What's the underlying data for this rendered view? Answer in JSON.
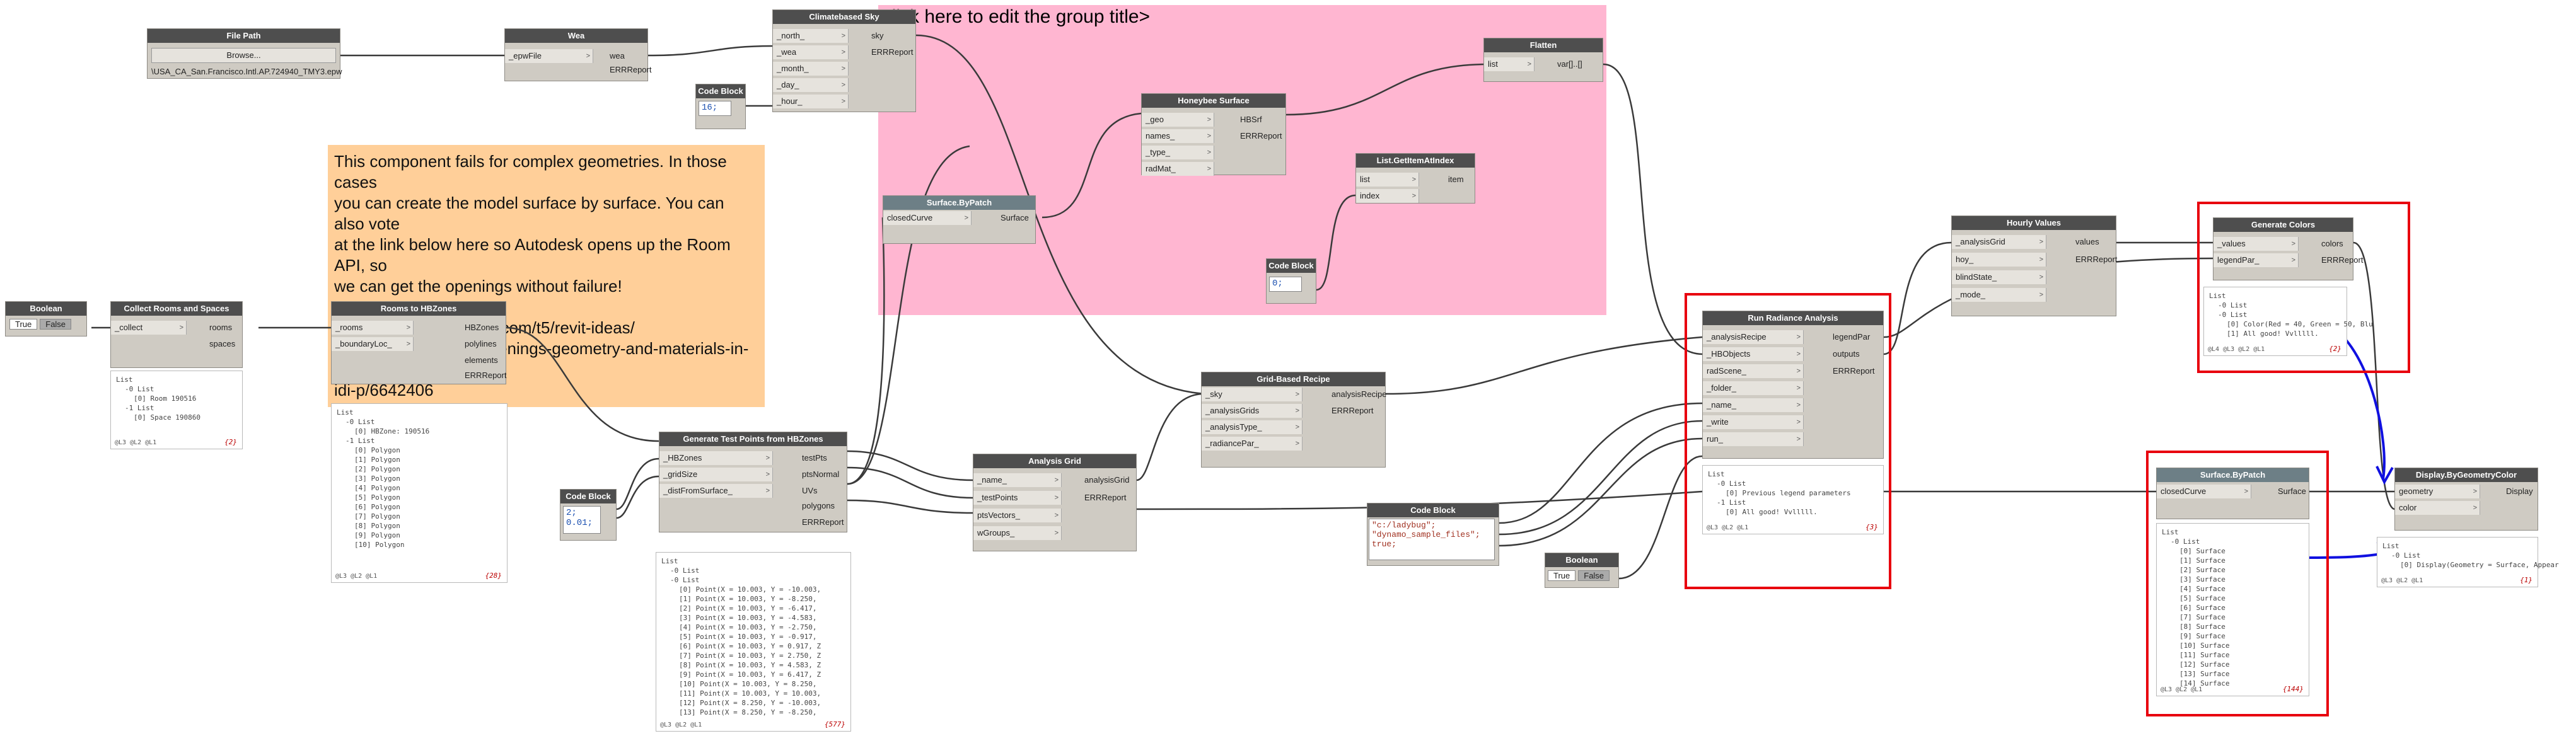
{
  "group": {
    "title": "Click here to edit the group title>"
  },
  "note": {
    "text": "This component fails for complex geometries. In those cases\nyou can create the model surface by surface. You can also vote\nat the link below here so Autodesk opens up the Room API, so\nwe can get the openings without failure!\n\nhttp://forums.autodesk.com/t5/revit-ideas/\napi-access-to-room-openings-geometry-and-materials-in-revit/\nidi-p/6642406"
  },
  "nodes": {
    "file_path": {
      "title": "File Path",
      "button": "Browse...",
      "value": "\\USA_CA_San.Francisco.Intl.AP.724940_TMY3.epw"
    },
    "wea": {
      "title": "Wea",
      "inputs": [
        "_epwFile"
      ],
      "outputs": [
        "wea",
        "ERRReport"
      ]
    },
    "climate_sky": {
      "title": "Climatebased Sky",
      "inputs": [
        "_north_",
        "_wea",
        "_month_",
        "_day_",
        "_hour_"
      ],
      "outputs": [
        "sky",
        "ERRReport"
      ]
    },
    "code_block_1": {
      "title": "Code Block",
      "code": "16;"
    },
    "flatten": {
      "title": "Flatten",
      "inputs": [
        "list"
      ],
      "outputs": [
        "var[]..[]"
      ]
    },
    "hb_surface": {
      "title": "Honeybee Surface",
      "inputs": [
        "_geo",
        "names_",
        "_type_",
        "radMat_"
      ],
      "outputs": [
        "HBSrf",
        "ERRReport"
      ]
    },
    "get_item": {
      "title": "List.GetItemAtIndex",
      "inputs": [
        "list",
        "index"
      ],
      "outputs": [
        "item"
      ]
    },
    "code_block_2": {
      "title": "Code Block",
      "code": "0;"
    },
    "surface_bypatch_1": {
      "title": "Surface.ByPatch",
      "inputs": [
        "closedCurve"
      ],
      "outputs": [
        "Surface"
      ]
    },
    "boolean_1": {
      "title": "Boolean",
      "true_label": "True",
      "false_label": "False"
    },
    "collect_rooms": {
      "title": "Collect Rooms and Spaces",
      "inputs": [
        "_collect"
      ],
      "outputs": [
        "rooms",
        "spaces"
      ]
    },
    "rooms_to_hbzones": {
      "title": "Rooms to HBZones",
      "inputs": [
        "_rooms",
        "_boundaryLoc_"
      ],
      "outputs": [
        "HBZones",
        "polylines",
        "elements",
        "ERRReport"
      ]
    },
    "gen_test_points": {
      "title": "Generate Test Points from HBZones",
      "inputs": [
        "_HBZones",
        "_gridSize",
        "_distFromSurface_"
      ],
      "outputs": [
        "testPts",
        "ptsNormal",
        "UVs",
        "polygons",
        "ERRReport"
      ]
    },
    "code_block_3": {
      "title": "Code Block",
      "code": "2;\n0.01;"
    },
    "analysis_grid": {
      "title": "Analysis Grid",
      "inputs": [
        "_name_",
        "_testPoints",
        "ptsVectors_",
        "wGroups_"
      ],
      "outputs": [
        "analysisGrid",
        "ERRReport"
      ]
    },
    "grid_recipe": {
      "title": "Grid-Based Recipe",
      "inputs": [
        "_sky",
        "_analysisGrids",
        "_analysisType_",
        "_radiancePar_"
      ],
      "outputs": [
        "analysisRecipe",
        "ERRReport"
      ]
    },
    "code_block_4": {
      "title": "Code Block",
      "code": "\"c:/ladybug\";\n\"dynamo_sample_files\";\ntrue;"
    },
    "boolean_2": {
      "title": "Boolean",
      "true_label": "True",
      "false_label": "False"
    },
    "run_radiance": {
      "title": "Run Radiance Analysis",
      "inputs": [
        "_analysisRecipe",
        "_HBObjects",
        "radScene_",
        "_folder_",
        "_name_",
        "_write",
        "run_"
      ],
      "outputs": [
        "legendPar",
        "outputs",
        "ERRReport"
      ]
    },
    "hourly_values": {
      "title": "Hourly Values",
      "inputs": [
        "_analysisGrid",
        "hoy_",
        "blindState_",
        "_mode_"
      ],
      "outputs": [
        "values",
        "ERRReport"
      ]
    },
    "gen_colors": {
      "title": "Generate Colors",
      "inputs": [
        "_values",
        "legendPar_"
      ],
      "outputs": [
        "colors",
        "ERRReport"
      ]
    },
    "surface_bypatch_2": {
      "title": "Surface.ByPatch",
      "inputs": [
        "closedCurve"
      ],
      "outputs": [
        "Surface"
      ]
    },
    "display_color": {
      "title": "Display.ByGeometryColor",
      "inputs": [
        "geometry",
        "color"
      ],
      "outputs": [
        "Display"
      ]
    }
  },
  "previews": {
    "collect_rooms": {
      "lines": [
        "List",
        "-0 List",
        "[0] Room  190516",
        "-1 List",
        "[0] Space  190860"
      ],
      "foot": "@L3 @L2 @L1",
      "count": "{2}"
    },
    "rooms_to_hbzones": {
      "lines": [
        "List",
        "-0 List",
        "[0] HBZone: 190516",
        "-1 List",
        "[0] Polygon",
        "[1] Polygon",
        "[2] Polygon",
        "[3] Polygon",
        "[4] Polygon",
        "[5] Polygon",
        "[6] Polygon",
        "[7] Polygon",
        "[8] Polygon",
        "[9] Polygon",
        "[10] Polygon"
      ],
      "foot": "@L3 @L2 @L1",
      "count": "{28}"
    },
    "test_points": {
      "lines": [
        "List",
        "-0 List",
        "-0 List",
        "[0] Point(X = 10.003, Y = -10.003,",
        "[1] Point(X = 10.003, Y = -8.250,",
        "[2] Point(X = 10.003, Y = -6.417,",
        "[3] Point(X = 10.003, Y = -4.583,",
        "[4] Point(X = 10.003, Y = -2.750,",
        "[5] Point(X = 10.003, Y = -0.917,",
        "[6] Point(X = 10.003, Y = 0.917, Z",
        "[7] Point(X = 10.003, Y = 2.750, Z",
        "[8] Point(X = 10.003, Y = 4.583, Z",
        "[9] Point(X = 10.003, Y = 6.417, Z",
        "[10] Point(X = 10.003, Y = 8.250,",
        "[11] Point(X = 10.003, Y = 10.003,",
        "[12] Point(X = 8.250, Y = -10.003,",
        "[13] Point(X = 8.250, Y = -8.250,"
      ],
      "foot": "@L3 @L2 @L1",
      "count": "{577}"
    },
    "run_radiance": {
      "lines": [
        "List",
        "-0 List",
        "[0] Previous legend parameters",
        "-1 List",
        "[0] All good! Vvlllll."
      ],
      "foot": "@L3 @L2 @L1",
      "count": "{3}"
    },
    "gen_colors": {
      "lines": [
        "List",
        "-0 List",
        "-0 List",
        "[0] Color(Red = 40, Green = 50, Blu",
        "[1] All good! Vvlllll."
      ],
      "foot": "@L4 @L3 @L2 @L1",
      "count": "{2}"
    },
    "surface_bypatch_2": {
      "lines": [
        "List",
        "-0 List",
        "[0] Surface",
        "[1] Surface",
        "[2] Surface",
        "[3] Surface",
        "[4] Surface",
        "[5] Surface",
        "[6] Surface",
        "[7] Surface",
        "[8] Surface",
        "[9] Surface",
        "[10] Surface",
        "[11] Surface",
        "[12] Surface",
        "[13] Surface",
        "[14] Surface"
      ],
      "foot": "@L3 @L2 @L1",
      "count": "{144}"
    },
    "display_color": {
      "lines": [
        "List",
        "-0 List",
        "[0] Display(Geometry = Surface, Appear"
      ],
      "foot": "@L3 @L2 @L1",
      "count": "{1}"
    }
  },
  "colors": {
    "canvas": "#ffffff",
    "node_header": "#4e4e4e",
    "node_body": "#cfcbc3",
    "group": "#ffb6d1",
    "note": "#ffcf99",
    "highlight": "#e8000e",
    "annotation": "#1010e0"
  }
}
